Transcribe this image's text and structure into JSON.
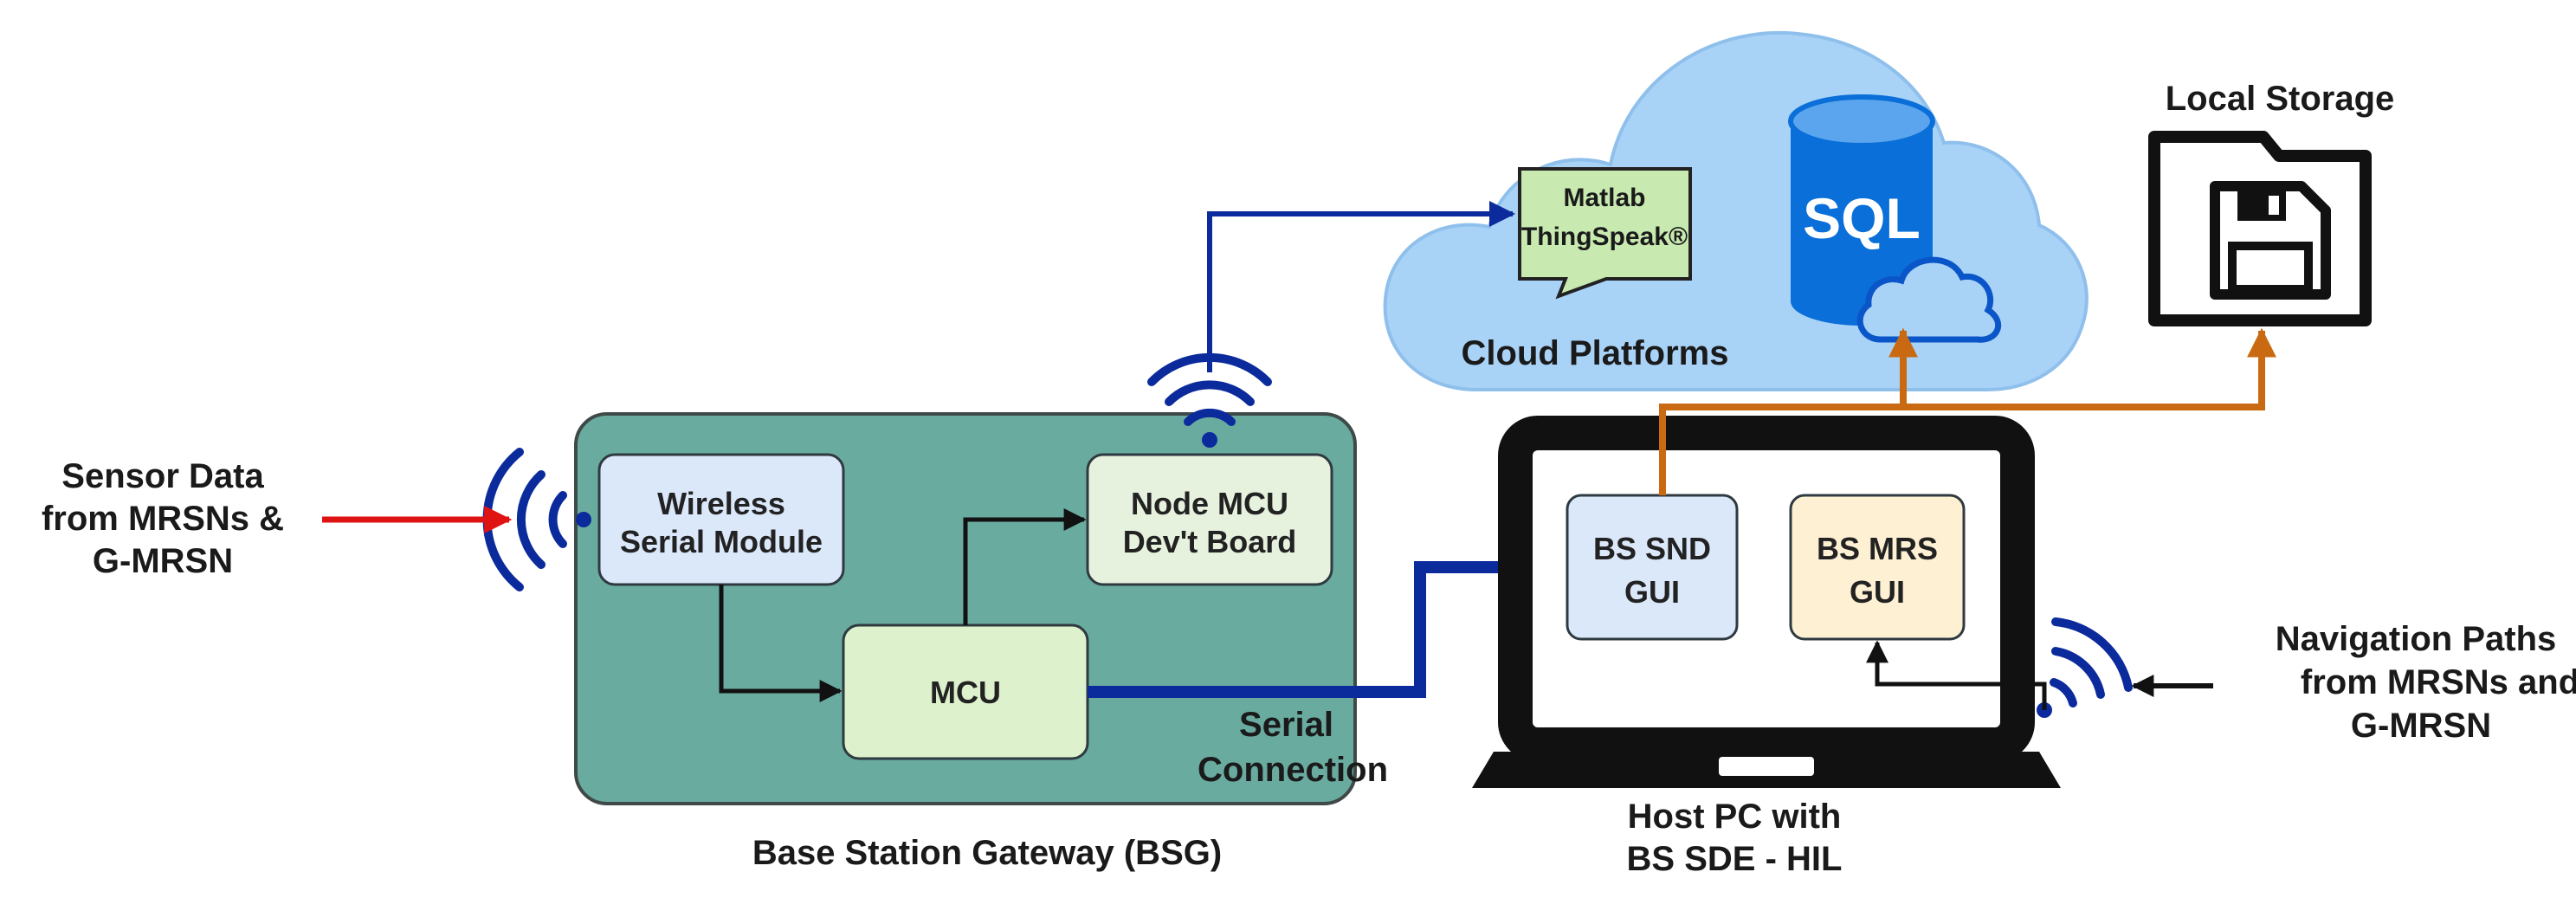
{
  "external": {
    "sensor_lines": [
      "Sensor Data",
      "from MRSNs &",
      "G-MRSN"
    ],
    "nav_lines": [
      "Navigation Paths",
      "from MRSNs and",
      "G-MRSN"
    ]
  },
  "gateway": {
    "label": "Base Station Gateway (BSG)",
    "wireless_lines": [
      "Wireless",
      "Serial Module"
    ],
    "mcu": "MCU",
    "nodemcu_lines": [
      "Node MCU",
      "Dev't Board"
    ],
    "serial_lines": [
      "Serial",
      "Connection"
    ]
  },
  "cloud": {
    "label": "Cloud Platforms",
    "matlab_lines": [
      "Matlab",
      "ThingSpeak®"
    ],
    "sql": "SQL"
  },
  "storage": {
    "label": "Local Storage"
  },
  "host": {
    "label_lines": [
      "Host PC with",
      "BS SDE - HIL"
    ],
    "snd_lines": [
      "BS SND",
      "GUI"
    ],
    "mrs_lines": [
      "BS MRS",
      "GUI"
    ]
  },
  "colors": {
    "gateway_fill": "#6aaba0",
    "box_blue": "#dbe8fa",
    "box_green": "#dcf1cc",
    "box_green_light": "#e6f1de",
    "box_cream": "#fdf0d3",
    "cloud_fill": "#a9d2f7",
    "sql_blue": "#0a6fd8",
    "navy": "#0b2b9c",
    "orange": "#c96a12",
    "red": "#e01313"
  }
}
